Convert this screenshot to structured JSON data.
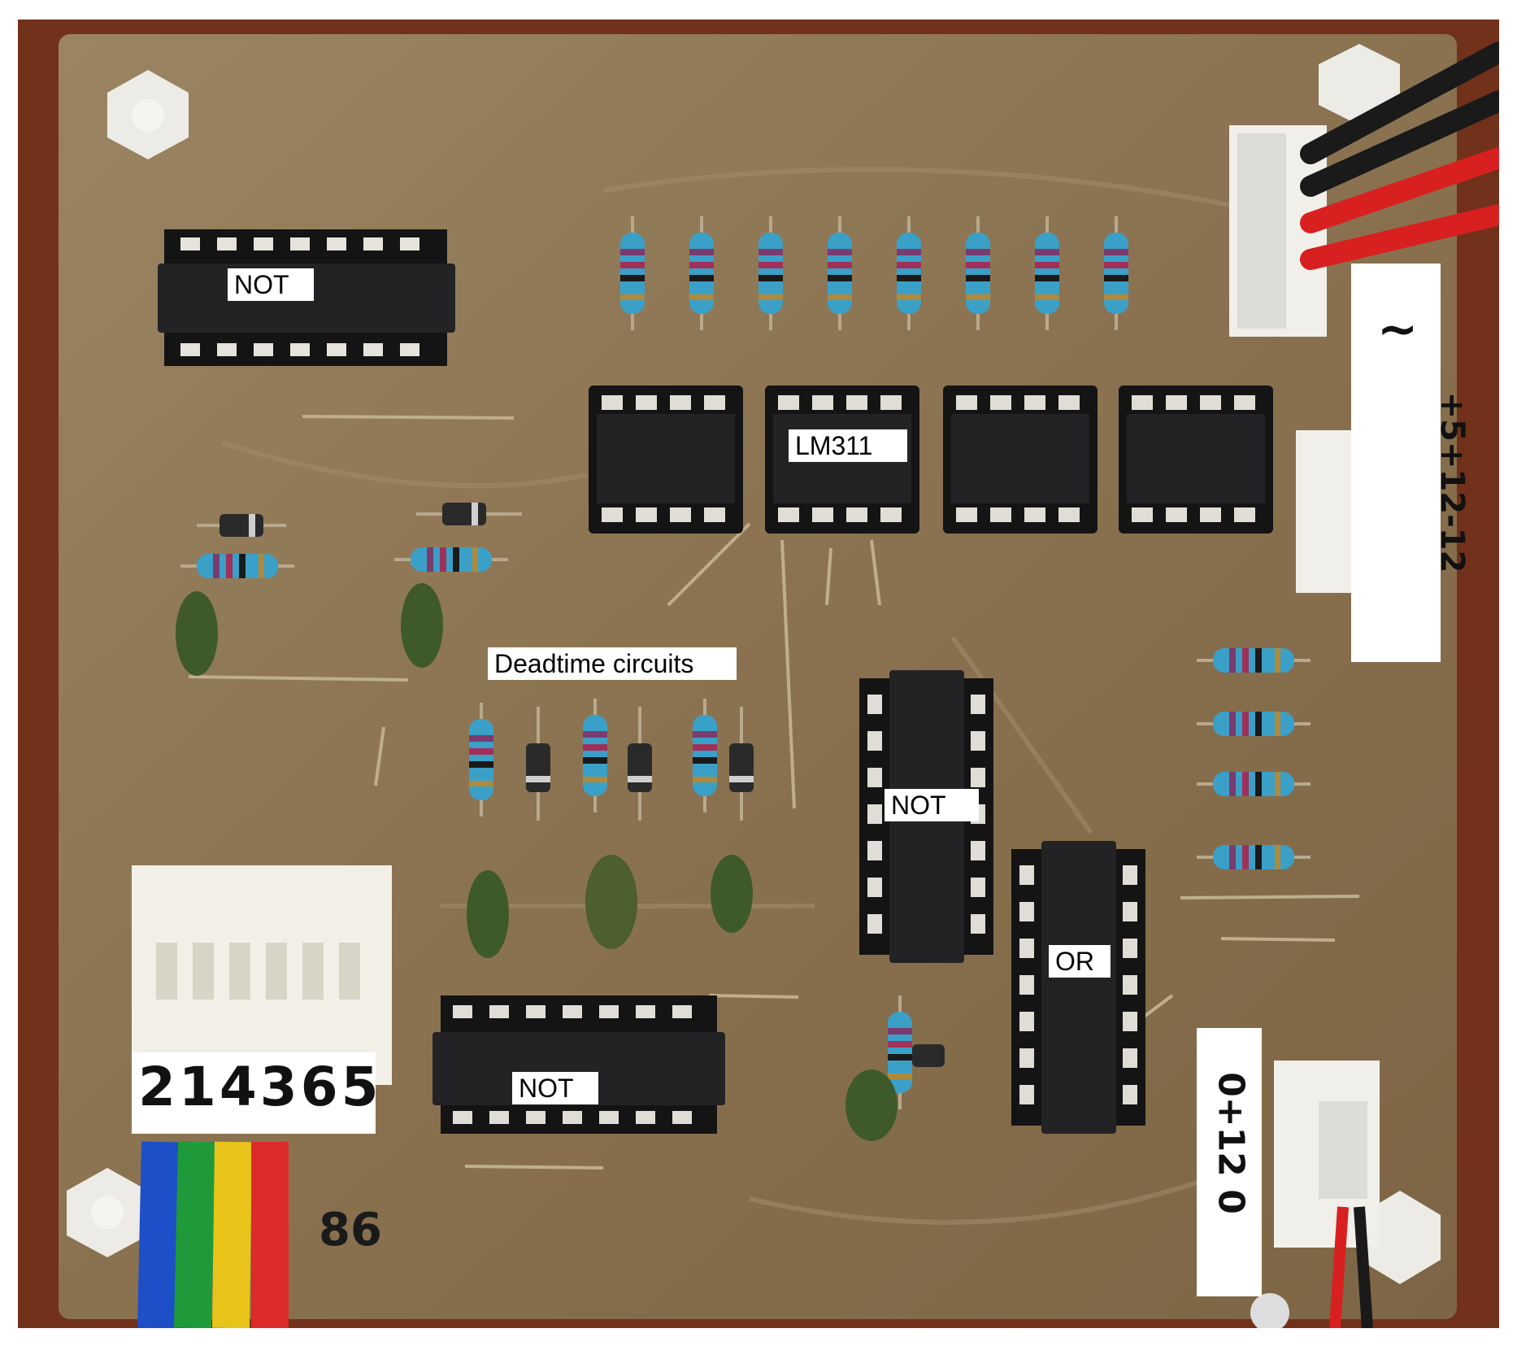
{
  "annotations": {
    "not_top_left": "NOT",
    "lm311": "LM311",
    "deadtime": "Deadtime circuits",
    "not_center": "NOT",
    "or": "OR",
    "not_bottom": "NOT"
  },
  "handwritten": {
    "connector_left": "214365",
    "power_top": "+5+12-12",
    "power_bottom": "0+12 0",
    "marker_bottom": "86",
    "tilde": "~"
  },
  "colors": {
    "pcb": "#8c7453",
    "ic": "#1b1b1c",
    "resistor": "#3aa0c8",
    "capacitor": "#3f5a2a",
    "wood": "#6b2c17"
  }
}
